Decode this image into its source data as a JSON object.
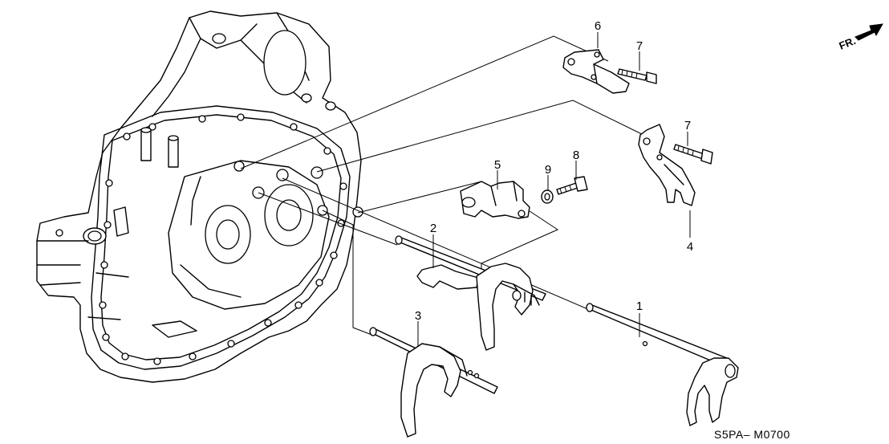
{
  "diagram": {
    "code": "S5PA– M0700",
    "direction_label": "FR.",
    "callouts": [
      {
        "id": "c1",
        "label": "1"
      },
      {
        "id": "c2",
        "label": "2"
      },
      {
        "id": "c3",
        "label": "3"
      },
      {
        "id": "c4",
        "label": "4"
      },
      {
        "id": "c5",
        "label": "5"
      },
      {
        "id": "c6",
        "label": "6"
      },
      {
        "id": "c7a",
        "label": "7"
      },
      {
        "id": "c7b",
        "label": "7"
      },
      {
        "id": "c8",
        "label": "8"
      },
      {
        "id": "c9",
        "label": "9"
      }
    ]
  },
  "icons": {
    "direction": "front-arrow-icon"
  }
}
